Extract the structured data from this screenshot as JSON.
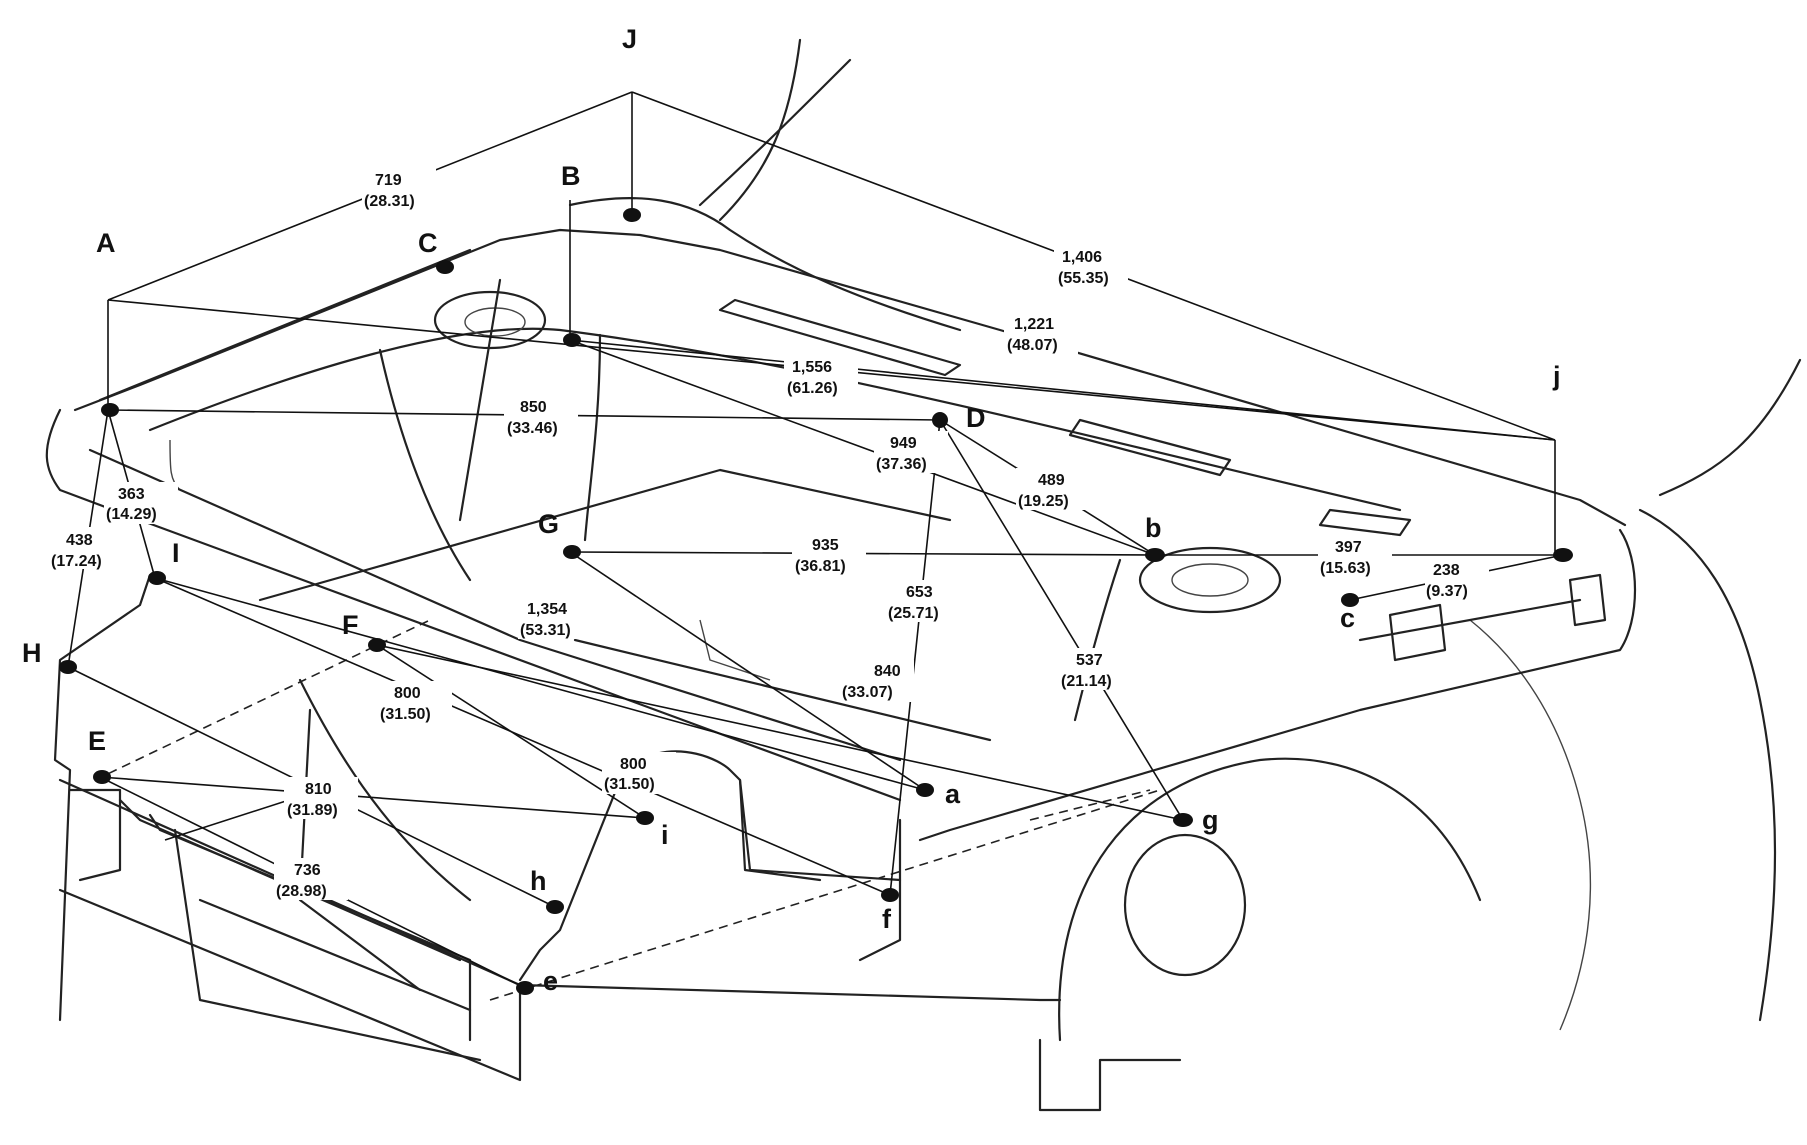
{
  "points": [
    {
      "id": "J",
      "label": "J"
    },
    {
      "id": "B",
      "label": "B"
    },
    {
      "id": "A",
      "label": "A"
    },
    {
      "id": "C",
      "label": "C"
    },
    {
      "id": "D",
      "label": "D"
    },
    {
      "id": "G",
      "label": "G"
    },
    {
      "id": "I",
      "label": "I"
    },
    {
      "id": "H",
      "label": "H"
    },
    {
      "id": "F",
      "label": "F"
    },
    {
      "id": "E",
      "label": "E"
    },
    {
      "id": "j",
      "label": "j"
    },
    {
      "id": "b",
      "label": "b"
    },
    {
      "id": "c",
      "label": "c"
    },
    {
      "id": "a",
      "label": "a"
    },
    {
      "id": "g",
      "label": "g"
    },
    {
      "id": "i",
      "label": "i"
    },
    {
      "id": "h",
      "label": "h"
    },
    {
      "id": "f",
      "label": "f"
    },
    {
      "id": "e",
      "label": "e"
    }
  ],
  "dimensions": [
    {
      "id": "d1",
      "mm": "719",
      "inch": "(28.31)"
    },
    {
      "id": "d2",
      "mm": "1,406",
      "inch": "(55.35)"
    },
    {
      "id": "d3",
      "mm": "1,221",
      "inch": "(48.07)"
    },
    {
      "id": "d4",
      "mm": "1,556",
      "inch": "(61.26)"
    },
    {
      "id": "d5",
      "mm": "850",
      "inch": "(33.46)"
    },
    {
      "id": "d6",
      "mm": "949",
      "inch": "(37.36)"
    },
    {
      "id": "d7",
      "mm": "489",
      "inch": "(19.25)"
    },
    {
      "id": "d8",
      "mm": "363",
      "inch": "(14.29)"
    },
    {
      "id": "d9",
      "mm": "438",
      "inch": "(17.24)"
    },
    {
      "id": "d10",
      "mm": "935",
      "inch": "(36.81)"
    },
    {
      "id": "d11",
      "mm": "397",
      "inch": "(15.63)"
    },
    {
      "id": "d12",
      "mm": "238",
      "inch": "(9.37)"
    },
    {
      "id": "d13",
      "mm": "1,354",
      "inch": "(53.31)"
    },
    {
      "id": "d14",
      "mm": "653",
      "inch": "(25.71)"
    },
    {
      "id": "d15",
      "mm": "537",
      "inch": "(21.14)"
    },
    {
      "id": "d16",
      "mm": "840",
      "inch": "(33.07)"
    },
    {
      "id": "d17",
      "mm": "800",
      "inch": "(31.50)"
    },
    {
      "id": "d18",
      "mm": "800",
      "inch": "(31.50)"
    },
    {
      "id": "d19",
      "mm": "810",
      "inch": "(31.89)"
    },
    {
      "id": "d20",
      "mm": "736",
      "inch": "(28.98)"
    }
  ]
}
